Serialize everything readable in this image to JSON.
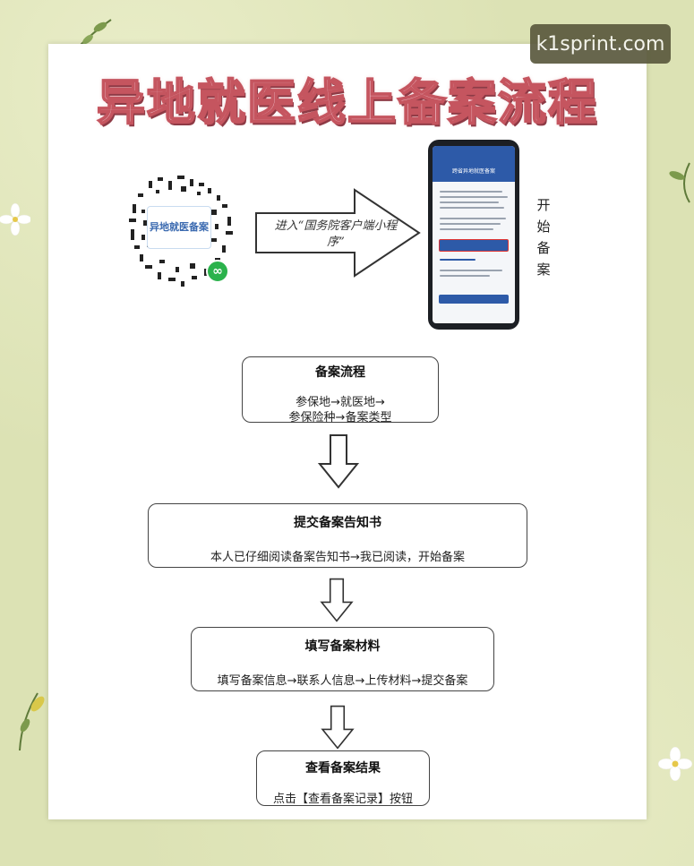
{
  "watermark": "k1sprint.com",
  "title": "异地就医线上备案流程",
  "qr": {
    "label": "异地就医备案"
  },
  "arrow_text": "进入“国务院客户端小程序”",
  "side_text": [
    "开",
    "始",
    "备",
    "案"
  ],
  "phone": {
    "header": "跨省异地就医备案"
  },
  "steps": [
    {
      "title": "备案流程",
      "line1": "参保地→就医地→",
      "line2": "参保险种→备案类型"
    },
    {
      "title": "提交备案告知书",
      "line1": "本人已仔细阅读备案告知书→我已阅读，开始备案"
    },
    {
      "title": "填写备案材料",
      "line1": "填写备案信息→联系人信息→上传材料→提交备案"
    },
    {
      "title": "查看备案结果",
      "line1": "点击【查看备案记录】按钮"
    }
  ],
  "colors": {
    "background": "#dce2b4",
    "title_fill": "#f3c9d3",
    "title_stroke": "#c5555f",
    "phone_blue": "#2d5aa8",
    "wechat_green": "#2bb24c"
  }
}
